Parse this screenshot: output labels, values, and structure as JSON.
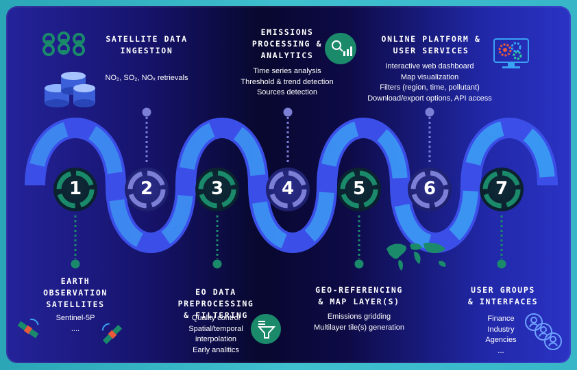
{
  "colors": {
    "wave_light": "#3aa3f5",
    "wave_dark": "#3b3fe0",
    "green": "#1a8a6b",
    "indigo": "#7b7fd6"
  },
  "steps": [
    {
      "number": "1",
      "title": [
        "EARTH",
        "OBSERVATION",
        "SATELLITES"
      ],
      "lines": [
        "Sentinel-5P",
        "...."
      ],
      "icon": "satellite-icon",
      "position": "bottom"
    },
    {
      "number": "2",
      "title": [
        "SATELLITE DATA",
        "INGESTION"
      ],
      "lines": [
        "NO₂, SO₂, NOₓ retrievals"
      ],
      "icon": "database-download-icon",
      "position": "top"
    },
    {
      "number": "3",
      "title": [
        "EO DATA",
        "PREPROCESSING",
        "& FILTERING"
      ],
      "lines": [
        "Quality control",
        "Spatial/temporal",
        "interpolation",
        "Early analitics"
      ],
      "icon": "filter-icon",
      "position": "bottom"
    },
    {
      "number": "4",
      "title": [
        "EMISSIONS",
        "PROCESSING &",
        "ANALYTICS"
      ],
      "lines": [
        "Time series analysis",
        "Threshold & trend detection",
        "Sources detection"
      ],
      "icon": "analytics-icon",
      "position": "top"
    },
    {
      "number": "5",
      "title": [
        "GEO-REFERENCING",
        "& MAP LAYER(S)"
      ],
      "lines": [
        "Emissions gridding",
        "Multilayer tile(s) generation"
      ],
      "icon": "world-map-icon",
      "position": "bottom"
    },
    {
      "number": "6",
      "title": [
        "ONLINE PLATFORM &",
        "USER SERVICES"
      ],
      "lines": [
        "Interactive web dashboard",
        "Map visualization",
        "Filters (region, time, pollutant)",
        "Download/export options, API access"
      ],
      "icon": "monitor-gears-icon",
      "position": "top"
    },
    {
      "number": "7",
      "title": [
        "USER GROUPS",
        "& INTERFACES"
      ],
      "lines": [
        "Finance",
        "Industry",
        "Agencies",
        "..."
      ],
      "icon": "users-icon",
      "position": "bottom"
    }
  ]
}
